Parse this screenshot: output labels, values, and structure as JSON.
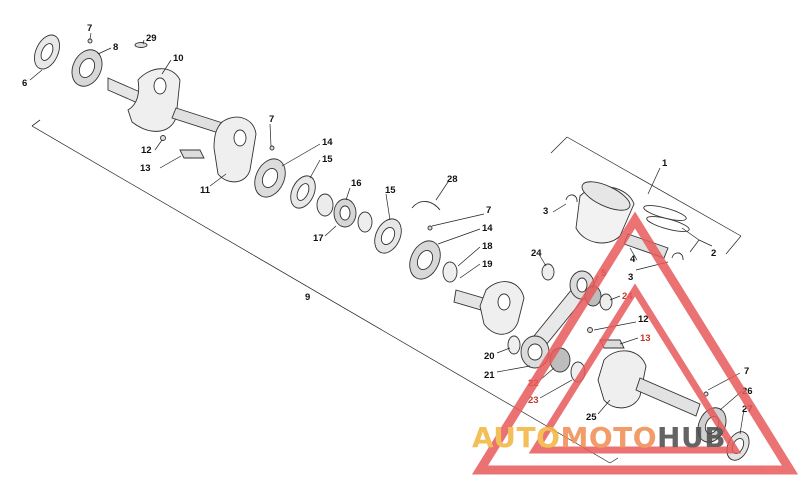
{
  "callouts": [
    {
      "id": "c6",
      "text": "6",
      "color": "#111111"
    },
    {
      "id": "c7a",
      "text": "7",
      "color": "#111111"
    },
    {
      "id": "c8",
      "text": "8",
      "color": "#111111"
    },
    {
      "id": "c29",
      "text": "29",
      "color": "#111111"
    },
    {
      "id": "c10",
      "text": "10",
      "color": "#111111"
    },
    {
      "id": "c7b",
      "text": "7",
      "color": "#111111"
    },
    {
      "id": "c14a",
      "text": "14",
      "color": "#111111"
    },
    {
      "id": "c15a",
      "text": "15",
      "color": "#111111"
    },
    {
      "id": "c12a",
      "text": "12",
      "color": "#111111"
    },
    {
      "id": "c13a",
      "text": "13",
      "color": "#111111"
    },
    {
      "id": "c11",
      "text": "11",
      "color": "#111111"
    },
    {
      "id": "c16",
      "text": "16",
      "color": "#111111"
    },
    {
      "id": "c15b",
      "text": "15",
      "color": "#111111"
    },
    {
      "id": "c28",
      "text": "28",
      "color": "#111111"
    },
    {
      "id": "c17",
      "text": "17",
      "color": "#111111"
    },
    {
      "id": "c7c",
      "text": "7",
      "color": "#111111"
    },
    {
      "id": "c14b",
      "text": "14",
      "color": "#111111"
    },
    {
      "id": "c18",
      "text": "18",
      "color": "#111111"
    },
    {
      "id": "c19",
      "text": "19",
      "color": "#111111"
    },
    {
      "id": "c9",
      "text": "9",
      "color": "#111111"
    },
    {
      "id": "c1",
      "text": "1",
      "color": "#111111"
    },
    {
      "id": "c3a",
      "text": "3",
      "color": "#111111"
    },
    {
      "id": "c2",
      "text": "2",
      "color": "#111111"
    },
    {
      "id": "c4",
      "text": "4",
      "color": "#111111"
    },
    {
      "id": "c3b",
      "text": "3",
      "color": "#111111"
    },
    {
      "id": "c24a",
      "text": "24",
      "color": "#111111"
    },
    {
      "id": "c5",
      "text": "5",
      "color": "#c0392b"
    },
    {
      "id": "c24b",
      "text": "24",
      "color": "#c0392b"
    },
    {
      "id": "c12b",
      "text": "12",
      "color": "#111111"
    },
    {
      "id": "c13b",
      "text": "13",
      "color": "#c0392b"
    },
    {
      "id": "c20",
      "text": "20",
      "color": "#111111"
    },
    {
      "id": "c21",
      "text": "21",
      "color": "#111111"
    },
    {
      "id": "c22",
      "text": "22",
      "color": "#c0392b"
    },
    {
      "id": "c23",
      "text": "23",
      "color": "#c0392b"
    },
    {
      "id": "c25",
      "text": "25",
      "color": "#111111"
    },
    {
      "id": "c7d",
      "text": "7",
      "color": "#111111"
    },
    {
      "id": "c26",
      "text": "26",
      "color": "#111111"
    },
    {
      "id": "c27",
      "text": "27",
      "color": "#111111"
    }
  ],
  "watermark": {
    "part1": "AUTO",
    "part2": "MOTO",
    "part3": "HUB",
    "color1": "#f0b43c",
    "color2": "#f08c50",
    "color3": "#4a4a4a",
    "triangle_color": "#e85a5a"
  }
}
